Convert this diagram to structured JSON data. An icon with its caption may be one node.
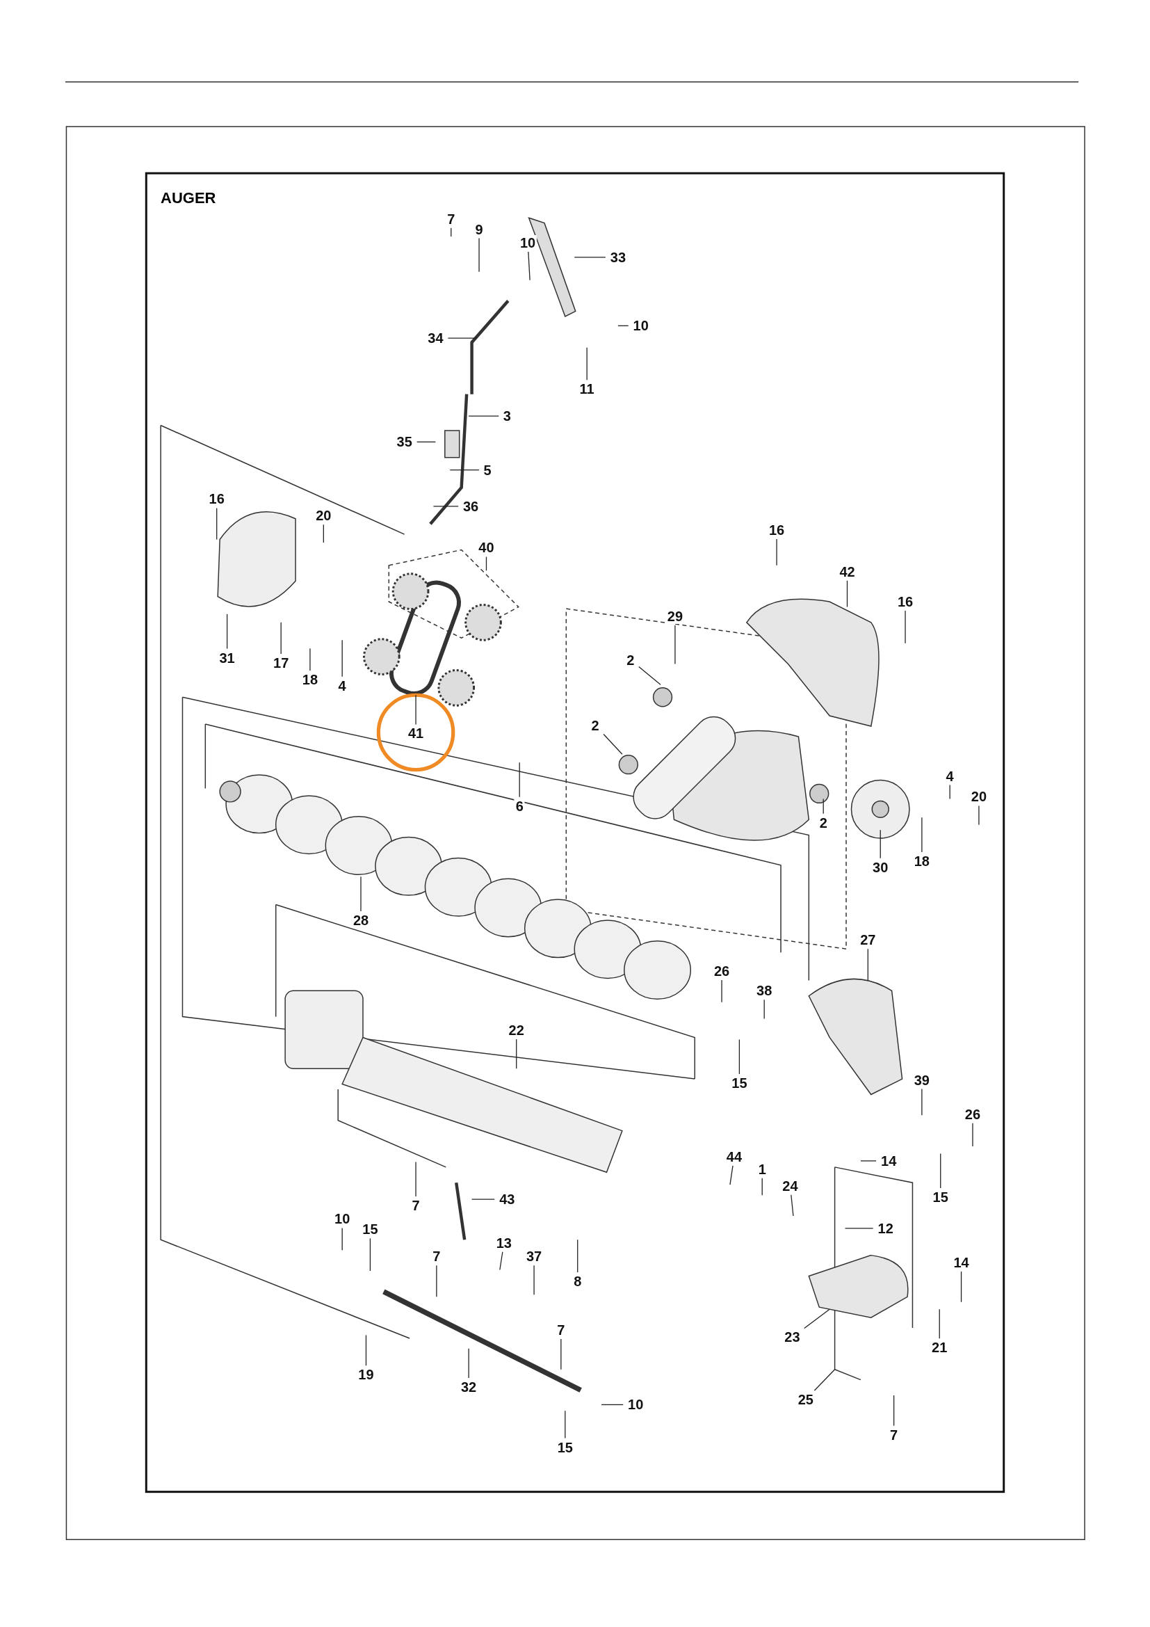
{
  "diagram": {
    "title": "AUGER",
    "nodes": [
      {
        "text": [
          "7"
        ]
      },
      {
        "text": [
          "9"
        ]
      },
      {
        "text": [
          "10"
        ]
      },
      {
        "text": [
          "33"
        ]
      },
      {
        "text": [
          "10"
        ]
      },
      {
        "text": [
          "34"
        ]
      },
      {
        "text": [
          "11"
        ]
      },
      {
        "text": [
          "3"
        ]
      },
      {
        "text": [
          "35"
        ]
      },
      {
        "text": [
          "5"
        ]
      },
      {
        "text": [
          "36"
        ]
      },
      {
        "text": [
          "16"
        ]
      },
      {
        "text": [
          "20"
        ]
      },
      {
        "text": [
          "40"
        ]
      },
      {
        "text": [
          "16"
        ]
      },
      {
        "text": [
          "42"
        ]
      },
      {
        "text": [
          "29"
        ]
      },
      {
        "text": [
          "16"
        ]
      },
      {
        "text": [
          "31"
        ]
      },
      {
        "text": [
          "17"
        ]
      },
      {
        "text": [
          "18"
        ]
      },
      {
        "text": [
          "4"
        ]
      },
      {
        "text": [
          "2"
        ]
      },
      {
        "text": [
          "41"
        ]
      },
      {
        "text": [
          "2"
        ]
      },
      {
        "text": [
          "4"
        ]
      },
      {
        "text": [
          "20"
        ]
      },
      {
        "text": [
          "6"
        ]
      },
      {
        "text": [
          "2"
        ]
      },
      {
        "text": [
          "30"
        ]
      },
      {
        "text": [
          "18"
        ]
      },
      {
        "text": [
          "28"
        ]
      },
      {
        "text": [
          "27"
        ]
      },
      {
        "text": [
          "26"
        ]
      },
      {
        "text": [
          "38"
        ]
      },
      {
        "text": [
          "22"
        ]
      },
      {
        "text": [
          "15"
        ]
      },
      {
        "text": [
          "39"
        ]
      },
      {
        "text": [
          "26"
        ]
      },
      {
        "text": [
          "44"
        ]
      },
      {
        "text": [
          "14"
        ]
      },
      {
        "text": [
          "1"
        ]
      },
      {
        "text": [
          "24"
        ]
      },
      {
        "text": [
          "15"
        ]
      },
      {
        "text": [
          "7"
        ]
      },
      {
        "text": [
          "43"
        ]
      },
      {
        "text": [
          "12"
        ]
      },
      {
        "text": [
          "10"
        ]
      },
      {
        "text": [
          "15"
        ]
      },
      {
        "text": [
          "13"
        ]
      },
      {
        "text": [
          "37"
        ]
      },
      {
        "text": [
          "7"
        ]
      },
      {
        "text": [
          "8"
        ]
      },
      {
        "text": [
          "14"
        ]
      },
      {
        "text": [
          "7"
        ]
      },
      {
        "text": [
          "23"
        ]
      },
      {
        "text": [
          "21"
        ]
      },
      {
        "text": [
          "19"
        ]
      },
      {
        "text": [
          "32"
        ]
      },
      {
        "text": [
          "25"
        ]
      },
      {
        "text": [
          "10"
        ]
      },
      {
        "text": [
          "7"
        ]
      },
      {
        "text": [
          "15"
        ]
      }
    ],
    "edges": [
      {
        "from": 0,
        "to": null,
        "arrow": "none"
      },
      {
        "from": 1,
        "to": null,
        "arrow": "none"
      },
      {
        "from": 2,
        "to": null,
        "arrow": "none"
      },
      {
        "from": 3,
        "to": null,
        "arrow": "none"
      },
      {
        "from": 4,
        "to": null,
        "arrow": "none"
      },
      {
        "from": 5,
        "to": null,
        "arrow": "none"
      },
      {
        "from": 6,
        "to": null,
        "arrow": "none"
      },
      {
        "from": 7,
        "to": null,
        "arrow": "none"
      },
      {
        "from": 8,
        "to": null,
        "arrow": "none"
      },
      {
        "from": 9,
        "to": null,
        "arrow": "none"
      },
      {
        "from": 10,
        "to": null,
        "arrow": "none"
      },
      {
        "from": 11,
        "to": null,
        "arrow": "none"
      },
      {
        "from": 12,
        "to": null,
        "arrow": "none"
      },
      {
        "from": 13,
        "to": null,
        "arrow": "none"
      },
      {
        "from": 14,
        "to": null,
        "arrow": "none"
      },
      {
        "from": 15,
        "to": null,
        "arrow": "none"
      },
      {
        "from": 16,
        "to": null,
        "arrow": "none"
      },
      {
        "from": 17,
        "to": null,
        "arrow": "none"
      },
      {
        "from": 18,
        "to": null,
        "arrow": "none"
      },
      {
        "from": 19,
        "to": null,
        "arrow": "none"
      },
      {
        "from": 20,
        "to": null,
        "arrow": "none"
      },
      {
        "from": 21,
        "to": null,
        "arrow": "none"
      },
      {
        "from": 22,
        "to": null,
        "arrow": "none"
      },
      {
        "from": 23,
        "to": null,
        "arrow": "none"
      },
      {
        "from": 24,
        "to": null,
        "arrow": "none"
      },
      {
        "from": 25,
        "to": null,
        "arrow": "none"
      },
      {
        "from": 26,
        "to": null,
        "arrow": "none"
      },
      {
        "from": 27,
        "to": null,
        "arrow": "none"
      },
      {
        "from": 28,
        "to": null,
        "arrow": "none"
      },
      {
        "from": 29,
        "to": null,
        "arrow": "none"
      },
      {
        "from": 30,
        "to": null,
        "arrow": "none"
      },
      {
        "from": 31,
        "to": null,
        "arrow": "none"
      },
      {
        "from": 32,
        "to": null,
        "arrow": "none"
      },
      {
        "from": 33,
        "to": null,
        "arrow": "none"
      },
      {
        "from": 34,
        "to": null,
        "arrow": "none"
      },
      {
        "from": 35,
        "to": null,
        "arrow": "none"
      },
      {
        "from": 36,
        "to": null,
        "arrow": "none"
      },
      {
        "from": 37,
        "to": null,
        "arrow": "none"
      },
      {
        "from": 38,
        "to": null,
        "arrow": "none"
      },
      {
        "from": 39,
        "to": null,
        "arrow": "none"
      },
      {
        "from": 40,
        "to": null,
        "arrow": "none"
      },
      {
        "from": 41,
        "to": null,
        "arrow": "none"
      },
      {
        "from": 42,
        "to": null,
        "arrow": "none"
      },
      {
        "from": 43,
        "to": null,
        "arrow": "none"
      },
      {
        "from": 44,
        "to": null,
        "arrow": "none"
      },
      {
        "from": 45,
        "to": null,
        "arrow": "none"
      },
      {
        "from": 46,
        "to": null,
        "arrow": "none"
      },
      {
        "from": 47,
        "to": null,
        "arrow": "none"
      },
      {
        "from": 48,
        "to": null,
        "arrow": "none"
      },
      {
        "from": 49,
        "to": null,
        "arrow": "none"
      },
      {
        "from": 50,
        "to": null,
        "arrow": "none"
      },
      {
        "from": 51,
        "to": null,
        "arrow": "none"
      },
      {
        "from": 52,
        "to": null,
        "arrow": "none"
      },
      {
        "from": 53,
        "to": null,
        "arrow": "none"
      },
      {
        "from": 54,
        "to": null,
        "arrow": "none"
      },
      {
        "from": 55,
        "to": null,
        "arrow": "none"
      },
      {
        "from": 56,
        "to": null,
        "arrow": "none"
      },
      {
        "from": 57,
        "to": null,
        "arrow": "none"
      },
      {
        "from": 58,
        "to": null,
        "arrow": "none"
      },
      {
        "from": 59,
        "to": null,
        "arrow": "none"
      },
      {
        "from": 60,
        "to": null,
        "arrow": "none"
      },
      {
        "from": 61,
        "to": null,
        "arrow": "none"
      },
      {
        "from": 62,
        "to": null,
        "arrow": "none"
      }
    ]
  }
}
